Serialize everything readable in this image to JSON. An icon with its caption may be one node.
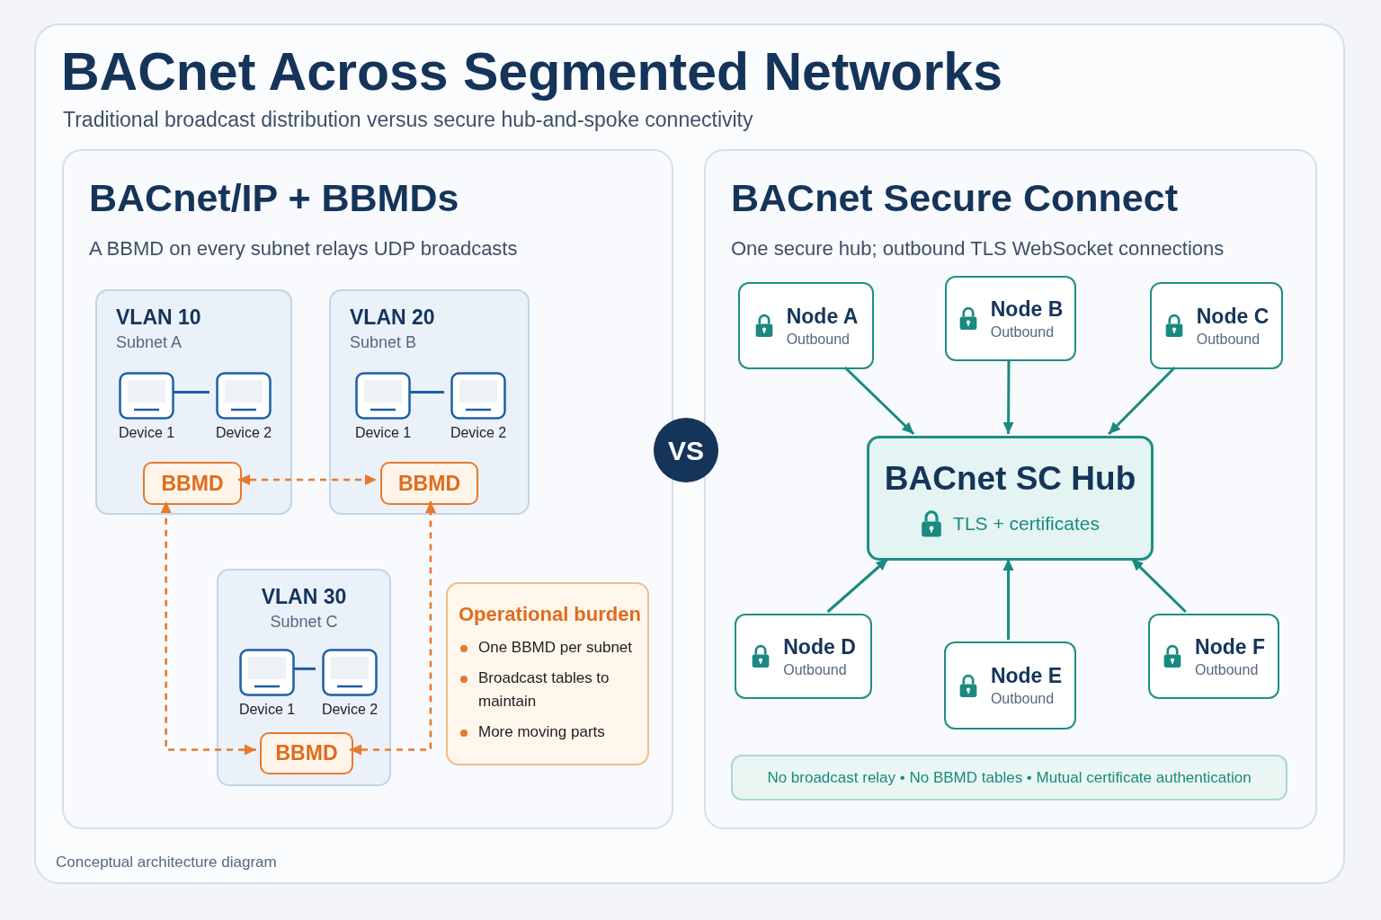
{
  "diagram": {
    "title": "BACnet Across Segmented Networks",
    "caption": "Conceptual architecture diagram",
    "nodes": [
      {
        "text": [
          "BACnet/IP + BBMDs",
          "A BBMD on every subnet relays UDP broadcasts"
        ]
      },
      {
        "text": [
          "VLAN 10",
          "Subnet A"
        ],
        "in": 0
      },
      {
        "text": [
          "Device 1"
        ],
        "in": 1
      },
      {
        "text": [
          "Device 2"
        ],
        "in": 1
      },
      {
        "text": [
          "BBMD"
        ],
        "in": 1
      },
      {
        "text": [
          "VLAN 20",
          "Subnet B"
        ],
        "in": 0
      },
      {
        "text": [
          "Device 1"
        ],
        "in": 5
      },
      {
        "text": [
          "Device 2"
        ],
        "in": 5
      },
      {
        "text": [
          "BBMD"
        ],
        "in": 5
      },
      {
        "text": [
          "VLAN 30",
          "Subnet C"
        ],
        "in": 0
      },
      {
        "text": [
          "Device 1"
        ],
        "in": 9
      },
      {
        "text": [
          "Device 2"
        ],
        "in": 9
      },
      {
        "text": [
          "BBMD"
        ],
        "in": 9
      },
      {
        "text": [
          "Operational burden",
          "One BBMD per subnet",
          "Broadcast tables to maintain",
          "More moving parts"
        ],
        "in": 0
      },
      {
        "text": [
          "VS"
        ]
      },
      {
        "text": [
          "BACnet Secure Connect",
          "One secure hub; outbound TLS WebSocket connections"
        ]
      },
      {
        "text": [
          "Node A",
          "Outbound"
        ],
        "in": 15
      },
      {
        "text": [
          "Node B",
          "Outbound"
        ],
        "in": 15
      },
      {
        "text": [
          "Node C",
          "Outbound"
        ],
        "in": 15
      },
      {
        "text": [
          "BACnet SC Hub",
          "TLS + certificates"
        ],
        "in": 15
      },
      {
        "text": [
          "Node D",
          "Outbound"
        ],
        "in": 15
      },
      {
        "text": [
          "Node E",
          "Outbound"
        ],
        "in": 15
      },
      {
        "text": [
          "Node F",
          "Outbound"
        ],
        "in": 15
      },
      {
        "text": [
          "No broadcast relay • No BBMD tables • Mutual certificate authentication"
        ],
        "in": 15
      }
    ],
    "edges": [
      {
        "from": 2,
        "to": 3,
        "arrow": "none",
        "color": "#1f5fa8"
      },
      {
        "from": 6,
        "to": 7,
        "arrow": "none",
        "color": "#1f5fa8"
      },
      {
        "from": 10,
        "to": 11,
        "arrow": "none",
        "color": "#1f5fa8"
      },
      {
        "from": 4,
        "to": 8,
        "arrow": "both",
        "style": "dashed",
        "color": "#e8792b"
      },
      {
        "from": 12,
        "to": 4,
        "arrow": "both",
        "style": "dashed",
        "color": "#e8792b"
      },
      {
        "from": 12,
        "to": 8,
        "arrow": "both",
        "style": "dashed",
        "color": "#e8792b"
      },
      {
        "from": 16,
        "to": 19,
        "arrow": "to"
      },
      {
        "from": 17,
        "to": 19,
        "arrow": "to"
      },
      {
        "from": 18,
        "to": 19,
        "arrow": "to"
      },
      {
        "from": 20,
        "to": 19,
        "arrow": "to"
      },
      {
        "from": 21,
        "to": 19,
        "arrow": "to"
      },
      {
        "from": 22,
        "to": 19,
        "arrow": "to"
      }
    ],
    "labels": [
      "Traditional broadcast distribution versus secure hub-and-spoke connectivity"
    ]
  }
}
